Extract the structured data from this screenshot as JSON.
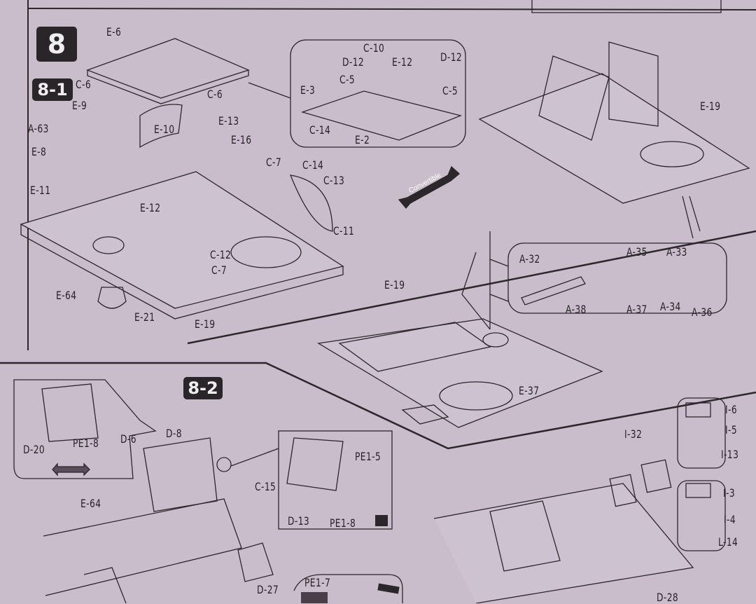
{
  "step": {
    "number": "8",
    "substeps": [
      "8-1",
      "8-2"
    ]
  },
  "convertible_label": "Convertible",
  "parts_step_8_1": [
    "E-6",
    "C-6",
    "E-9",
    "A-63",
    "E-8",
    "E-11",
    "E-12",
    "E-10",
    "C-6",
    "E-13",
    "E-16",
    "C-7",
    "C-14",
    "C-13",
    "C-11",
    "C-12",
    "C-7",
    "E-64",
    "E-21",
    "E-19"
  ],
  "parts_inset_top": [
    "C-10",
    "D-12",
    "E-12",
    "D-12",
    "C-5",
    "C-5",
    "E-3",
    "C-14",
    "E-2"
  ],
  "parts_right_top": [
    "E-19"
  ],
  "parts_inset_a": [
    "A-32",
    "A-35",
    "A-33",
    "A-38",
    "A-37",
    "A-34",
    "A-36"
  ],
  "parts_middle": [
    "E-19",
    "E-37"
  ],
  "parts_step_8_2": [
    "D-20",
    "PE1-8",
    "D-6",
    "D-8",
    "C-15",
    "E-64",
    "D-27",
    "PE1-7"
  ],
  "parts_inset_pe": [
    "PE1-5",
    "D-13",
    "PE1-8"
  ],
  "parts_right_bottom": [
    "I-32",
    "I-6",
    "I-5",
    "I-13",
    "I-3",
    "I-4",
    "L-14",
    "D-28"
  ],
  "colors": {
    "paper": "#c9bccb",
    "ink": "#262326",
    "badge": "#2a2528"
  }
}
